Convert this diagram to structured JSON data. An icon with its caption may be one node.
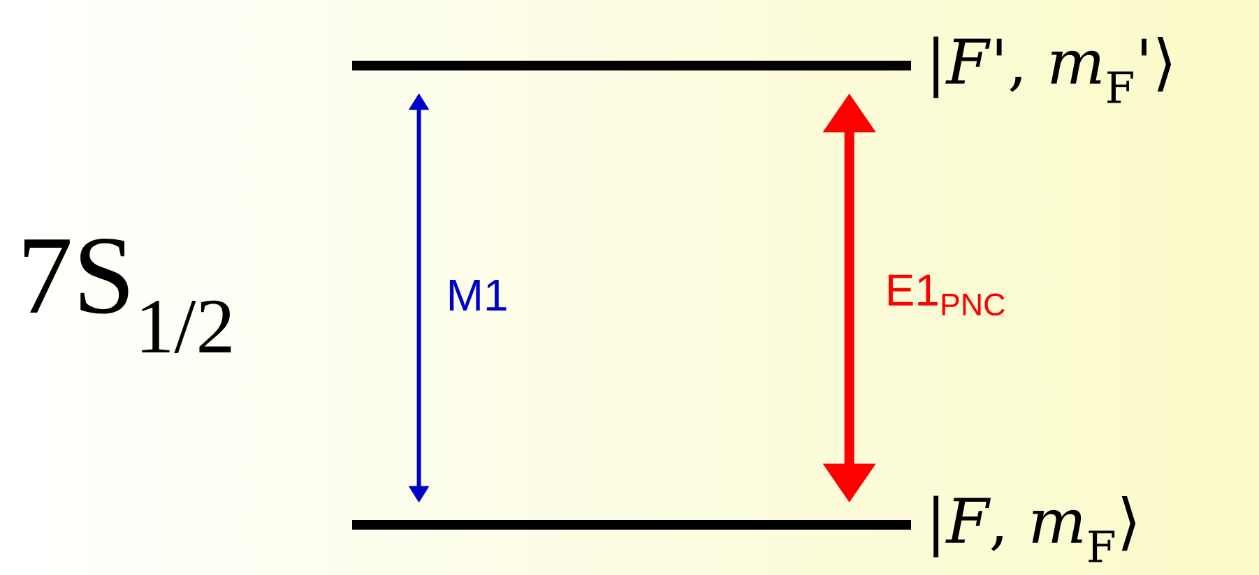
{
  "diagram": {
    "nodes": [
      {
        "text": [],
        "shape": "bar",
        "beside": [
          "|*F*', *m*$_{F}$'⟩"
        ]
      },
      {
        "text": [],
        "shape": "bar",
        "beside": [
          "|*F*, *m*$_{F}$⟩"
        ]
      }
    ],
    "edges": [
      {
        "from": 1,
        "to": 0,
        "arrow": "both",
        "label": "M1",
        "color": "#0000cc"
      },
      {
        "from": 1,
        "to": 0,
        "arrow": "both",
        "label": "E1$_{PNC}$",
        "color": "#ff0000",
        "style": "thick"
      }
    ],
    "labels": [
      "7S$_{1/2}$"
    ]
  }
}
